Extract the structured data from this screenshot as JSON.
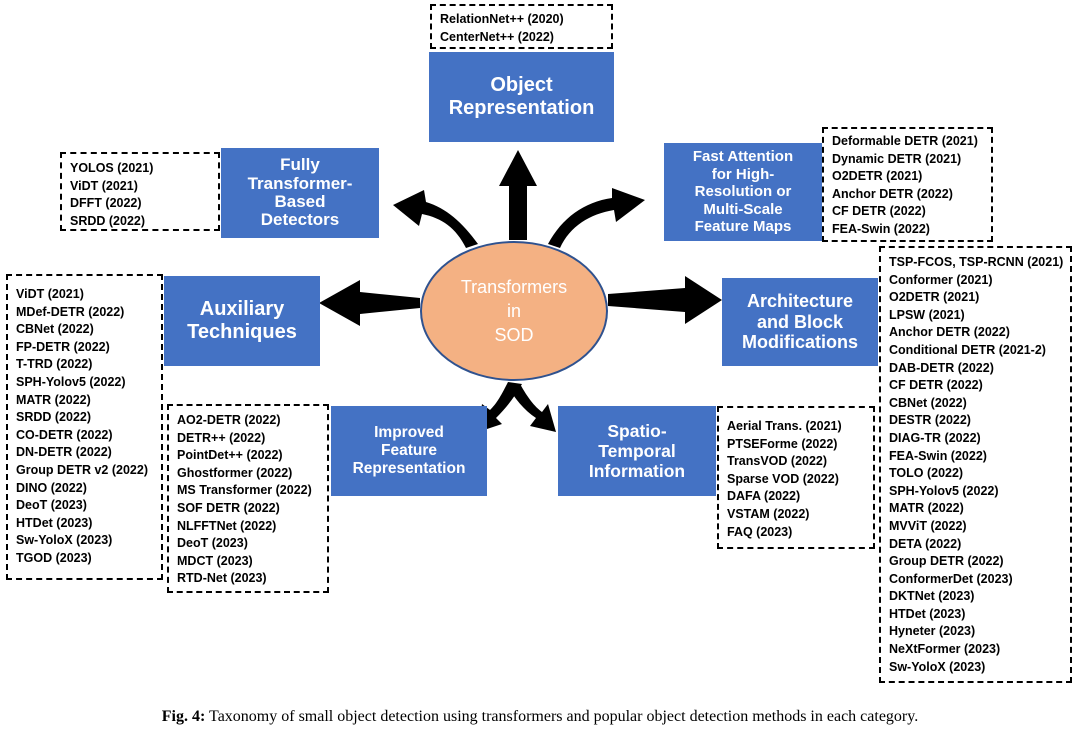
{
  "center_label": "Transformers\nin\nSOD",
  "categories": {
    "object_representation": {
      "label": "Object\nRepresentation",
      "methods": [
        "RelationNet++ (2020)",
        "CenterNet++ (2022)"
      ]
    },
    "fully_transformer": {
      "label": "Fully\nTransformer-\nBased\nDetectors",
      "methods": [
        "YOLOS (2021)",
        "ViDT (2021)",
        "DFFT (2022)",
        "SRDD (2022)"
      ]
    },
    "fast_attention": {
      "label": "Fast Attention\nfor High-\nResolution or\nMulti-Scale\nFeature Maps",
      "methods": [
        "Deformable DETR (2021)",
        "Dynamic DETR (2021)",
        "O2DETR (2021)",
        "Anchor DETR (2022)",
        "CF DETR (2022)",
        "FEA-Swin (2022)"
      ]
    },
    "auxiliary": {
      "label": "Auxiliary\nTechniques",
      "methods": [
        "ViDT (2021)",
        "MDef-DETR (2022)",
        "CBNet (2022)",
        "FP-DETR (2022)",
        "T-TRD (2022)",
        "SPH-Yolov5 (2022)",
        "MATR (2022)",
        "SRDD (2022)",
        "CO-DETR (2022)",
        "DN-DETR (2022)",
        "Group DETR v2 (2022)",
        "DINO (2022)",
        "DeoT (2023)",
        "HTDet (2023)",
        "Sw-YoloX (2023)",
        "TGOD (2023)"
      ]
    },
    "architecture": {
      "label": "Architecture\nand Block\nModifications",
      "methods": [
        "TSP-FCOS, TSP-RCNN (2021)",
        "Conformer (2021)",
        "O2DETR (2021)",
        "LPSW (2021)",
        "Anchor DETR (2022)",
        "Conditional DETR (2021-2)",
        "DAB-DETR (2022)",
        "CF DETR (2022)",
        "CBNet (2022)",
        "DESTR (2022)",
        "DIAG-TR (2022)",
        "FEA-Swin (2022)",
        "TOLO (2022)",
        "SPH-Yolov5 (2022)",
        "MATR (2022)",
        "MVViT (2022)",
        "DETA (2022)",
        "Group DETR (2022)",
        "ConformerDet (2023)",
        "DKTNet (2023)",
        "HTDet (2023)",
        "Hyneter (2023)",
        "NeXtFormer (2023)",
        "Sw-YoloX (2023)"
      ]
    },
    "improved_feature": {
      "label": "Improved\nFeature\nRepresentation",
      "methods": [
        "AO2-DETR (2022)",
        "DETR++ (2022)",
        "PointDet++ (2022)",
        "Ghostformer (2022)",
        "MS Transformer (2022)",
        "SOF DETR (2022)",
        "NLFFTNet (2022)",
        "DeoT (2023)",
        "MDCT (2023)",
        "RTD-Net (2023)"
      ]
    },
    "spatio_temporal": {
      "label": "Spatio-\nTemporal\nInformation",
      "methods": [
        "Aerial Trans. (2021)",
        "PTSEForme (2022)",
        "TransVOD (2022)",
        "Sparse VOD (2022)",
        "DAFA (2022)",
        "VSTAM (2022)",
        "FAQ (2023)"
      ]
    }
  },
  "caption": {
    "prefix": "Fig. 4:",
    "text": " Taxonomy of small object detection using transformers and popular object detection methods in each category."
  },
  "colors": {
    "box": "#4472c4",
    "center_fill": "#f4b183",
    "center_border": "#2f528f",
    "arrow": "#000000"
  }
}
